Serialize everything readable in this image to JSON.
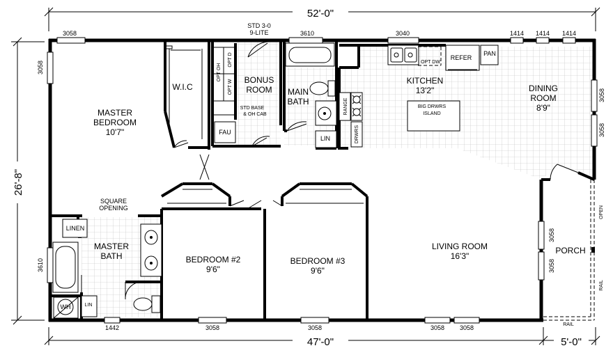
{
  "dimensions": {
    "overall_width": "52'-0\"",
    "main_width": "47'-0\"",
    "porch_width": "5'-0\"",
    "depth": "26'-8\""
  },
  "windows": {
    "w_top_master": "3058",
    "w_left_master": "3058",
    "w_bath_top": "3610",
    "w_kitchen_top": "3040",
    "w_dining_1": "1414",
    "w_dining_2": "1414",
    "w_dining_3": "1414",
    "w_right_1": "3058",
    "w_right_2": "3058",
    "w_left_bath": "3610",
    "w_bottom_1442": "1442",
    "w_bottom_bed2": "3058",
    "w_bottom_bed3": "3058",
    "w_bottom_lr1": "3058",
    "w_bottom_lr2": "3058",
    "w_porch_1": "3058",
    "w_porch_2": "3058"
  },
  "rooms": {
    "master_bedroom": {
      "name_1": "MASTER",
      "name_2": "BEDROOM",
      "size": "10'7\""
    },
    "wic": {
      "name": "W.I.C"
    },
    "bonus_room": {
      "name_1": "BONUS",
      "name_2": "ROOM"
    },
    "main_bath": {
      "name_1": "MAIN",
      "name_2": "BATH"
    },
    "kitchen": {
      "name": "KITCHEN",
      "size": "13'2\""
    },
    "dining_room": {
      "name_1": "DINING",
      "name_2": "ROOM",
      "size": "8'9\""
    },
    "master_bath": {
      "name_1": "MASTER",
      "name_2": "BATH"
    },
    "bedroom_2": {
      "name": "BEDROOM #2",
      "size": "9'6\""
    },
    "bedroom_3": {
      "name": "BEDROOM #3",
      "size": "9'6\""
    },
    "living_room": {
      "name": "LIVING ROOM",
      "size": "16'3\""
    },
    "porch": {
      "name": "PORCH"
    }
  },
  "labels": {
    "std_door_1": "STD 3-0",
    "std_door_2": "9-LITE",
    "opt_oh": "OPT OH",
    "opt_d": "OPT D",
    "opt_w": "OPT W",
    "std_base_1": "STD BASE",
    "std_base_2": "& OH CAB",
    "fau": "FAU",
    "lin_main": "LIN",
    "range": "RANGE",
    "drwrs": "DRWRS",
    "opt_dw": "OPT DW",
    "refer": "REFER",
    "pan": "PAN",
    "island_1": "BIG DRWRS",
    "island_2": "ISLAND",
    "square_opening_1": "SQUARE",
    "square_opening_2": "OPENING",
    "linen": "LINEN",
    "wh": "WH",
    "lin_master": "LIN",
    "open": "OPEN",
    "rail_side": "RAIL",
    "rail_bottom": "RAIL"
  }
}
